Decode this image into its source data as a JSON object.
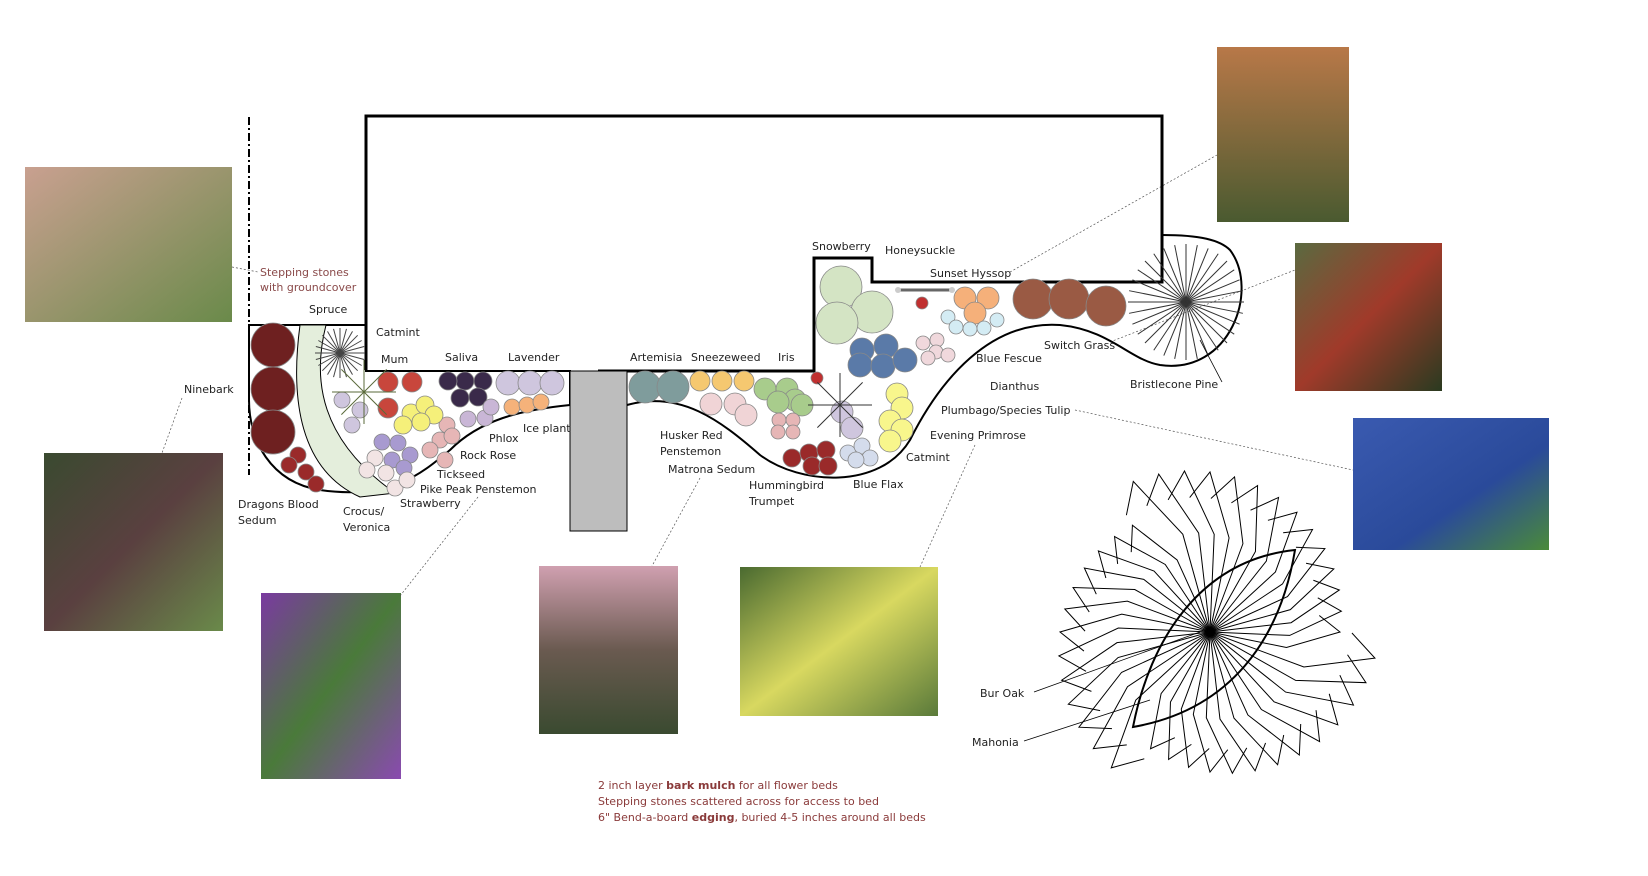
{
  "labels": {
    "stepping_stones_1": "Stepping stones",
    "stepping_stones_2": "with groundcover",
    "spruce": "Spruce",
    "catmint_left": "Catmint",
    "mum": "Mum",
    "saliva": "Saliva",
    "lavender": "Lavender",
    "ninebark": "Ninebark",
    "ice_plant": "Ice plant",
    "phlox": "Phlox",
    "rock_rose": "Rock Rose",
    "tickseed": "Tickseed",
    "pike_peak": "Pike Peak Penstemon",
    "strawberry": "Strawberry",
    "dragons_blood_1": "Dragons Blood",
    "dragons_blood_2": "Sedum",
    "crocus_1": "Crocus/",
    "crocus_2": "Veronica",
    "artemisia": "Artemisia",
    "sneezeweed": "Sneezeweed",
    "iris": "Iris",
    "snowberry": "Snowberry",
    "honeysuckle": "Honeysuckle",
    "sunset_hyssop": "Sunset Hyssop",
    "switch_grass": "Switch Grass",
    "blue_fescue": "Blue Fescue",
    "dianthus": "Dianthus",
    "bristlecone": "Bristlecone Pine",
    "plumbago": "Plumbago/Species Tulip",
    "evening_primrose": "Evening Primrose",
    "catmint_right": "Catmint",
    "blue_flax": "Blue Flax",
    "husker_1": "Husker Red",
    "husker_2": "Penstemon",
    "matrona": "Matrona Sedum",
    "hummingbird_1": "Hummingbird",
    "hummingbird_2": "Trumpet",
    "bur_oak": "Bur Oak",
    "mahonia": "Mahonia"
  },
  "notes": {
    "line1_pre": "2 inch layer ",
    "line1_bold": "bark mulch",
    "line1_post": " for all flower beds",
    "line2": "Stepping stones scattered across for access to bed",
    "line3_pre": "6\" Bend-a-board ",
    "line3_bold": "edging",
    "line3_post": ", buried 4-5 inches around all beds"
  },
  "colors": {
    "ninebark": "#6e2020",
    "mum": "#c8463c",
    "saliva": "#3a2a4a",
    "lavender": "#cfc6de",
    "ice_plant": "#f5b27a",
    "phlox": "#c9b6d6",
    "rock_rose": "#e6b6b6",
    "tickseed": "#f5f07a",
    "penstemon_purple": "#a89ad0",
    "strawberry": "#f2e4e4",
    "dragons_blood": "#9a2a2a",
    "groundcover_path": "#e4eedc",
    "artemisia": "#7f9c9c",
    "sneezeweed": "#f5c870",
    "husker": "#f0d4d6",
    "iris": "#a8cc8c",
    "snowberry": "#d4e4c4",
    "hyssop": "#f5b07a",
    "fescue": "#d4ecf4",
    "dianthus": "#f0d8dc",
    "plumbago": "#5a7aa8",
    "primrose": "#f8f68c",
    "blue_flax": "#d4dcec",
    "switch_grass": "#9a5a44",
    "patio": "#bdbdbd"
  }
}
